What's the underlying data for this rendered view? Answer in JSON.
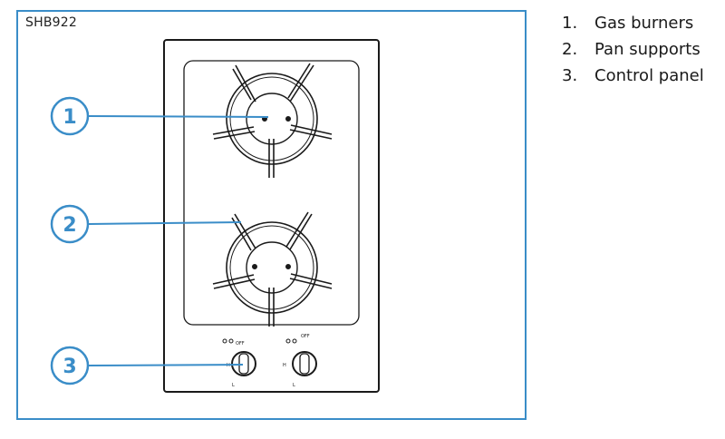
{
  "diagram": {
    "model": "SHB922",
    "callouts": [
      {
        "number": "1"
      },
      {
        "number": "2"
      },
      {
        "number": "3"
      }
    ],
    "legend": [
      {
        "number": "1.",
        "label": "Gas burners"
      },
      {
        "number": "2.",
        "label": "Pan supports"
      },
      {
        "number": "3.",
        "label": "Control panel"
      }
    ],
    "knob_marks": {
      "off": "OFF",
      "high": "H",
      "low": "L"
    },
    "colors": {
      "accent": "#3a8dc8",
      "line": "#1a1a1a"
    }
  }
}
